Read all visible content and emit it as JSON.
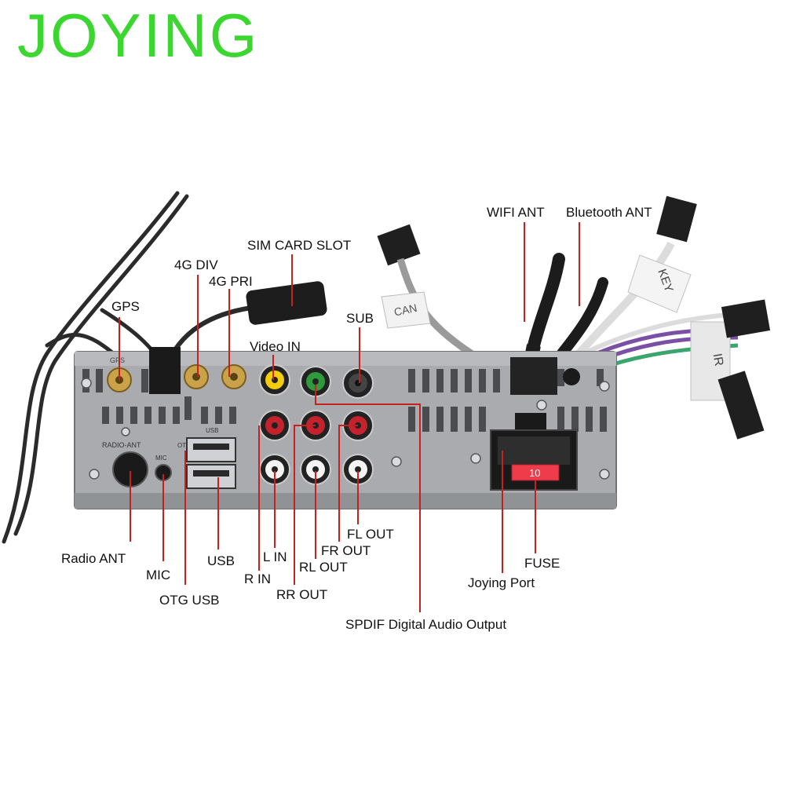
{
  "brand": {
    "name": "JOYING",
    "color": "#3bd62f"
  },
  "colors": {
    "callout_line": "#c62020",
    "chassis": "#a9abae",
    "chassis_dark": "#6f7276",
    "connector_gold": "#c9a24a",
    "rca_yellow": "#f2cc0f",
    "rca_green": "#2f9a3b",
    "rca_red": "#c4222c",
    "fuse_red": "#ee3c4a",
    "wire_purple": "#7a4fa6",
    "wire_green": "#3aa66e"
  },
  "panel_markings": {
    "radio_ant": "RADIO-ANT",
    "mic": "MIC",
    "otg": "OTG",
    "usb": "USB",
    "gps": "GPS",
    "fuse_value": "10"
  },
  "cable_tags": {
    "can": "CAN",
    "key": "KEY",
    "ir": "IR"
  },
  "callouts": {
    "gps": "GPS",
    "g4_div": "4G DIV",
    "g4_pri": "4G PRI",
    "sim_card_slot": "SIM CARD SLOT",
    "video_in": "Video IN",
    "sub": "SUB",
    "wifi_ant": "WIFI ANT",
    "bluetooth_ant": "Bluetooth ANT",
    "radio_ant": "Radio ANT",
    "mic": "MIC",
    "usb": "USB",
    "otg_usb": "OTG USB",
    "r_in": "R IN",
    "l_in": "L IN",
    "rr_out": "RR OUT",
    "rl_out": "RL OUT",
    "fr_out": "FR OUT",
    "fl_out": "FL OUT",
    "spdif": "SPDIF Digital Audio Output",
    "joying_port": "Joying Port",
    "fuse": "FUSE"
  }
}
